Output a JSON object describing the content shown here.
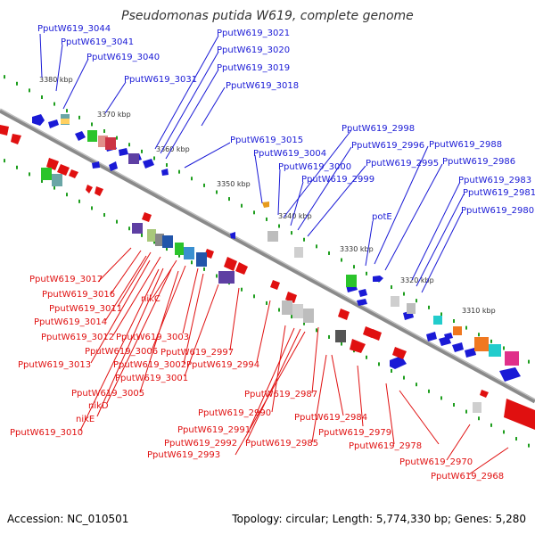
{
  "title": "Pseudomonas putida W619, complete genome",
  "footer": {
    "accession": "Accession: NC_010501",
    "summary": "Topology: circular; Length: 5,774,330 bp; Genes: 5,280"
  },
  "scale_labels": [
    "3380 kbp",
    "3370 kbp",
    "3360 kbp",
    "3350 kbp",
    "3340 kbp",
    "3330 kbp",
    "3320 kbp",
    "3310 kbp"
  ],
  "plus_strand_labels": [
    "PputW619_3044",
    "PputW619_3041",
    "PputW619_3040",
    "PputW619_3031",
    "PputW619_3021",
    "PputW619_3020",
    "PputW619_3019",
    "PputW619_3018",
    "PputW619_3015",
    "PputW619_3004",
    "PputW619_3000",
    "PputW619_2999",
    "PputW619_2998",
    "PputW619_2996",
    "PputW619_2995",
    "PputW619_2988",
    "PputW619_2986",
    "PputW619_2983",
    "PputW619_2981",
    "PputW619_2980",
    "potE"
  ],
  "minus_strand_labels": [
    "PputW619_3017",
    "PputW619_3016",
    "PputW619_3011",
    "PputW619_3014",
    "PputW619_3012",
    "PputW619_3013",
    "nikC",
    "PputW619_3003",
    "PputW619_3006",
    "PputW619_3002",
    "PputW619_3001",
    "PputW619_2997",
    "PputW619_2994",
    "PputW619_3005",
    "nikD",
    "nikE",
    "PputW619_3010",
    "PputW619_2987",
    "PputW619_2990",
    "PputW619_2991",
    "PputW619_2992",
    "PputW619_2993",
    "PputW619_2984",
    "PputW619_2985",
    "PputW619_2979",
    "PputW619_2978",
    "PputW619_2970",
    "PputW619_2968"
  ],
  "colors": {
    "plus_strand": "#1a1ad6",
    "minus_strand": "#e01010",
    "backbone": "#888888",
    "tick": "#1e9e1e",
    "gc_positive": "#2bc42b",
    "gc_negative": "#7a46b8"
  }
}
